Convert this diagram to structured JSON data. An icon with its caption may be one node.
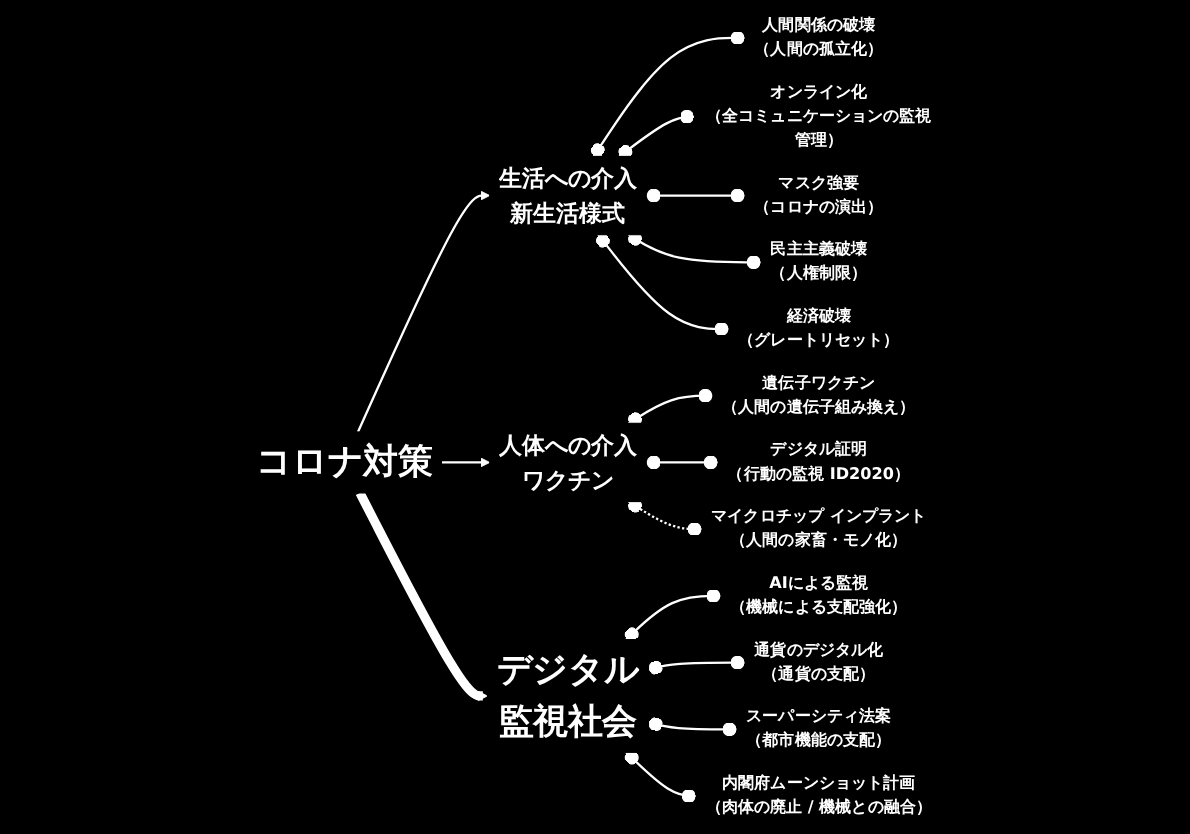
{
  "diagram": {
    "nodes": [
      {
        "text": [
          "コロナ対策"
        ]
      },
      {
        "text": [
          "生活への介入",
          "新生活様式"
        ]
      },
      {
        "text": [
          "人間関係の破壊",
          "（人間の孤立化）"
        ]
      },
      {
        "text": [
          "オンライン化",
          "（全コミュニケーションの監視管理）"
        ]
      },
      {
        "text": [
          "マスク強要",
          "（コロナの演出）"
        ]
      },
      {
        "text": [
          "民主主義破壊",
          "（人権制限）"
        ]
      },
      {
        "text": [
          "経済破壊",
          "（グレートリセット）"
        ]
      },
      {
        "text": [
          "人体への介入",
          "ワクチン"
        ]
      },
      {
        "text": [
          "遺伝子ワクチン",
          "（人間の遺伝子組み換え）"
        ]
      },
      {
        "text": [
          "デジタル証明",
          "（行動の監視 ID2020）"
        ]
      },
      {
        "text": [
          "マイクロチップ インプラント",
          "（人間の家畜・モノ化）"
        ]
      },
      {
        "text": [
          "デジタル",
          "監視社会"
        ]
      },
      {
        "text": [
          "AIによる監視",
          "（機械による支配強化）"
        ]
      },
      {
        "text": [
          "通貨のデジタル化",
          "（通貨の支配）"
        ]
      },
      {
        "text": [
          "スーパーシティ法案",
          "（都市機能の支配）"
        ]
      },
      {
        "text": [
          "内閣府ムーンショット計画",
          "（肉体の廃止 / 機械との融合）"
        ]
      }
    ],
    "edges": [
      {
        "from": 0,
        "to": 1,
        "arrow": "to"
      },
      {
        "from": 0,
        "to": 7,
        "arrow": "to"
      },
      {
        "from": 0,
        "to": 11,
        "arrow": "to",
        "style": "thick"
      },
      {
        "from": 1,
        "to": 2,
        "arrow": "other"
      },
      {
        "from": 1,
        "to": 3,
        "arrow": "other"
      },
      {
        "from": 1,
        "to": 4,
        "arrow": "other"
      },
      {
        "from": 1,
        "to": 5,
        "arrow": "other"
      },
      {
        "from": 1,
        "to": 6,
        "arrow": "other"
      },
      {
        "from": 7,
        "to": 8,
        "arrow": "other"
      },
      {
        "from": 7,
        "to": 9,
        "arrow": "other"
      },
      {
        "from": 7,
        "to": 10,
        "arrow": "other",
        "style": "dashed"
      },
      {
        "from": 11,
        "to": 12,
        "arrow": "other"
      },
      {
        "from": 11,
        "to": 13,
        "arrow": "other"
      },
      {
        "from": 11,
        "to": 14,
        "arrow": "other"
      },
      {
        "from": 11,
        "to": 15,
        "arrow": "other"
      }
    ]
  }
}
